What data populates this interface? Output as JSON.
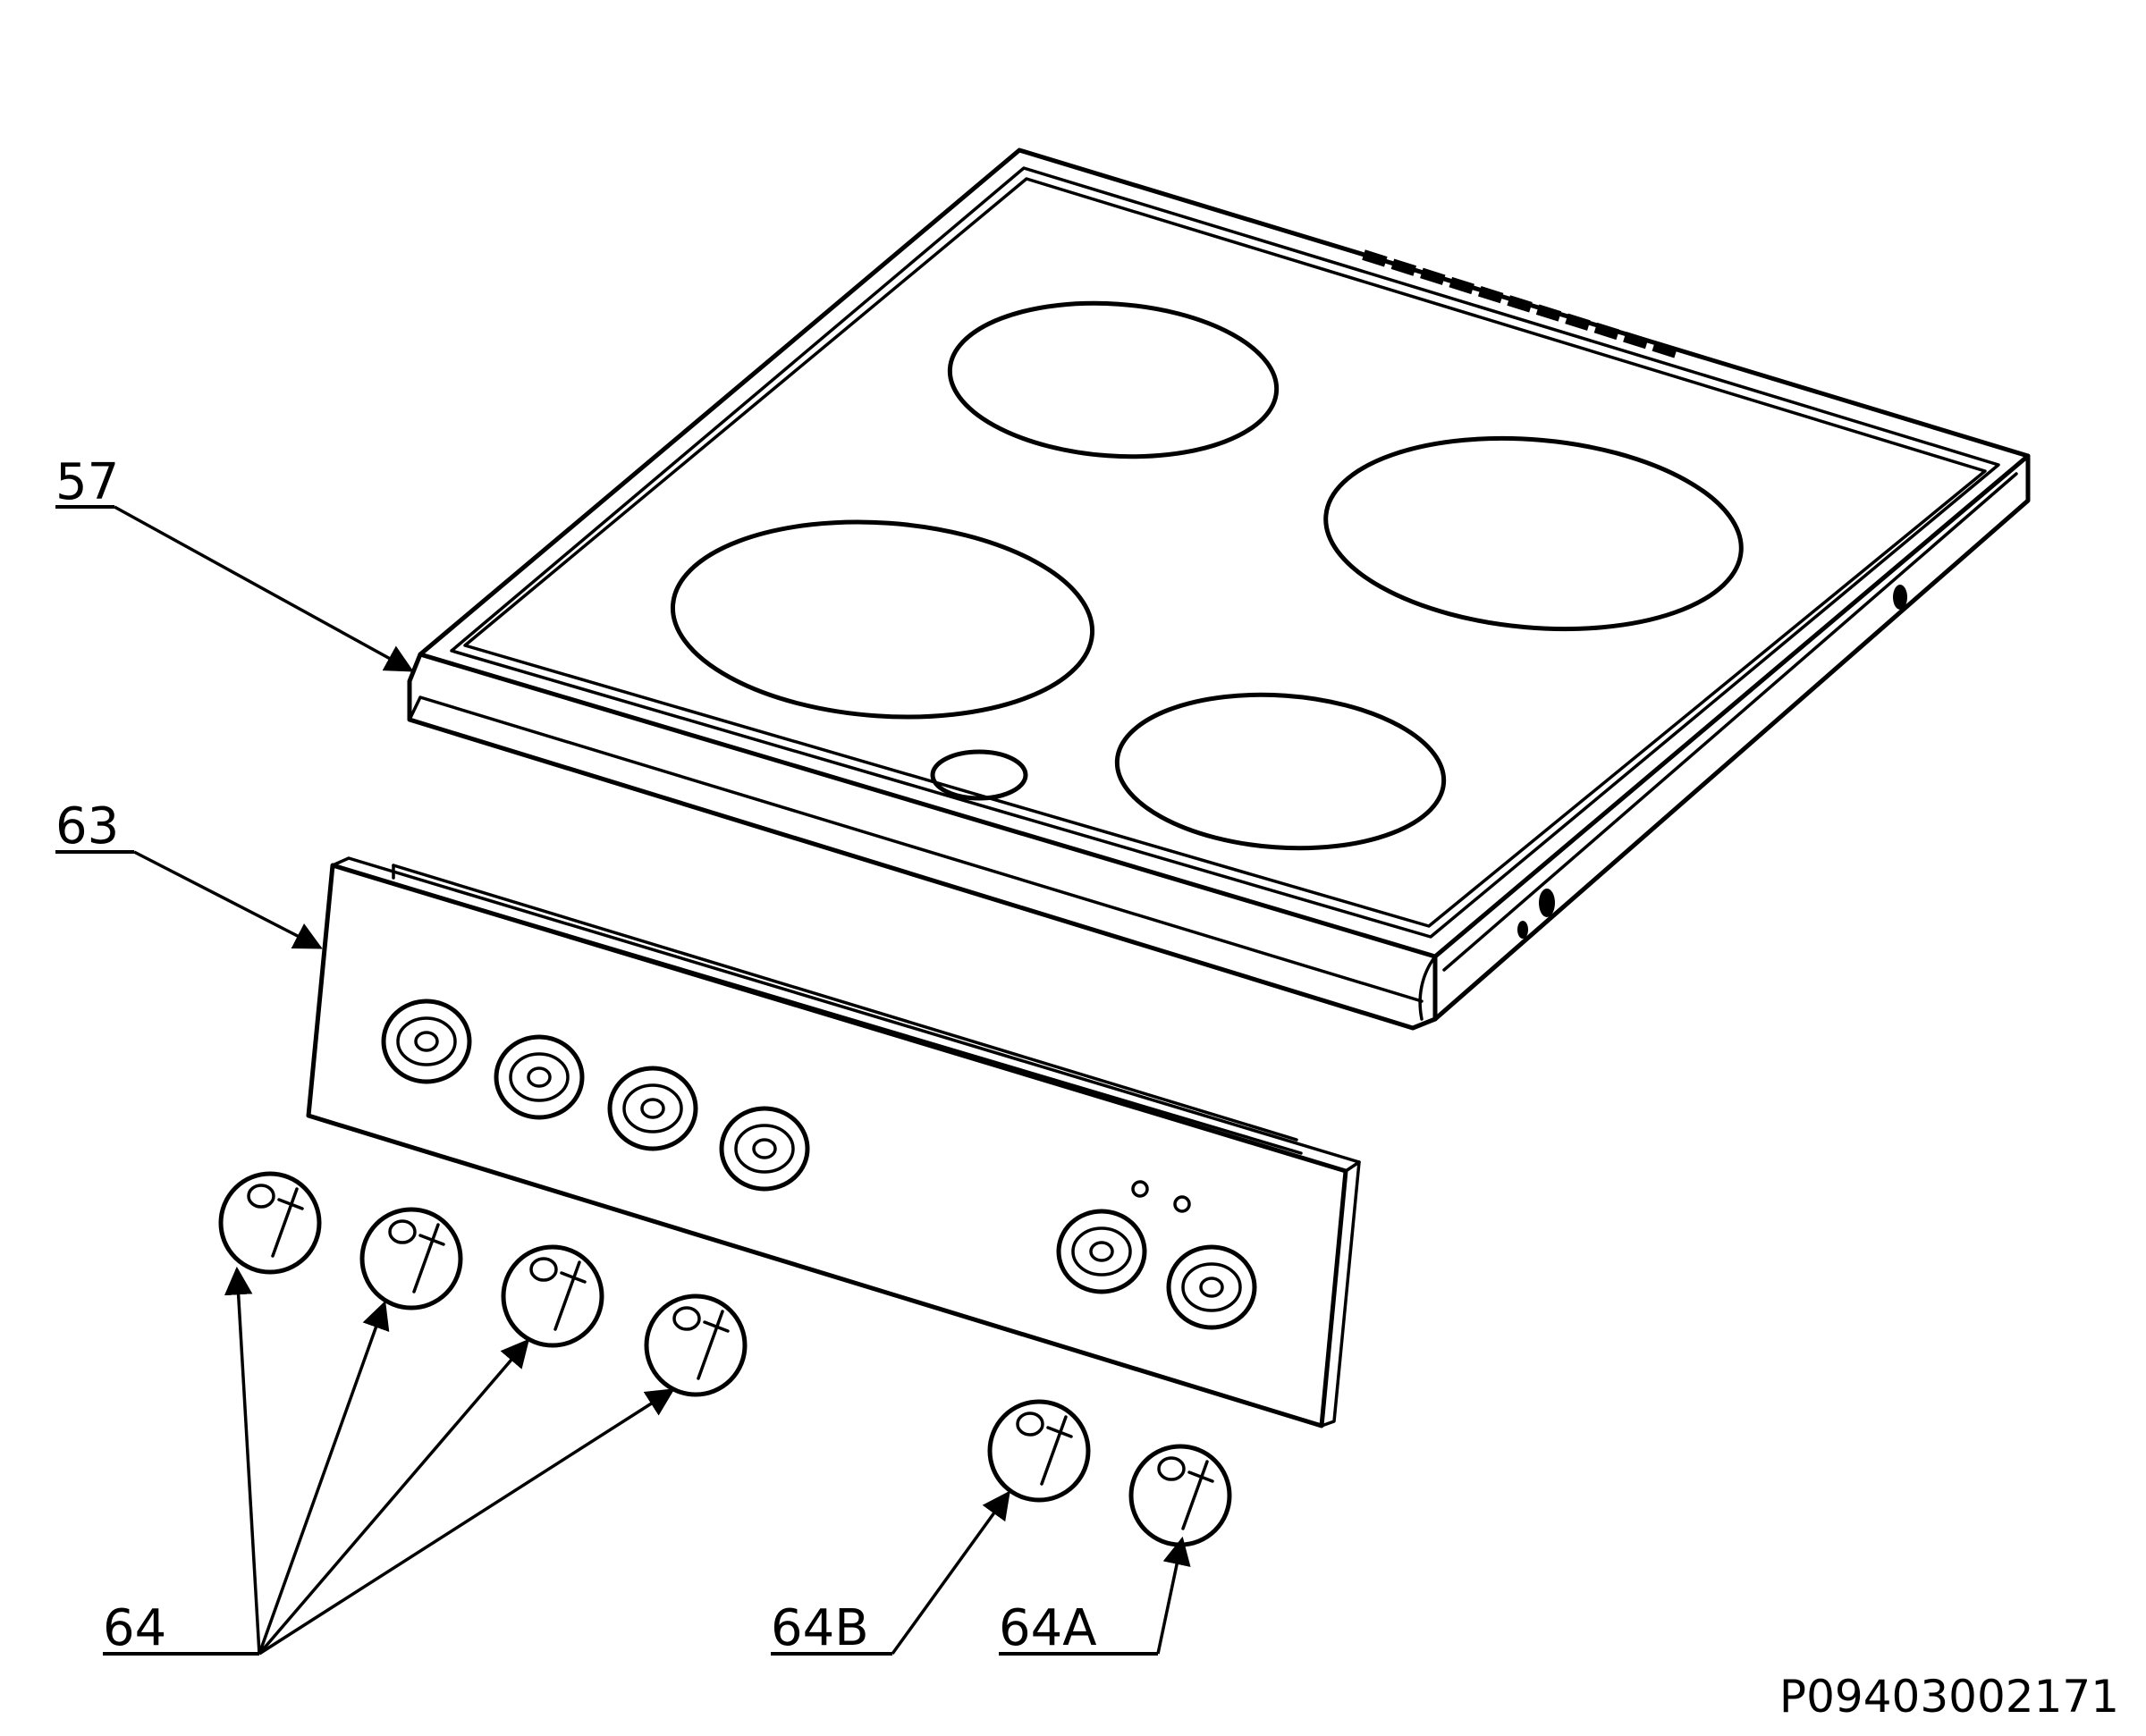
{
  "labels": {
    "hob_top": "57",
    "control_panel": "63",
    "knobs_hotplate": "64",
    "knob_b": "64B",
    "knob_a": "64A"
  },
  "drawing_code": "P09403002171"
}
